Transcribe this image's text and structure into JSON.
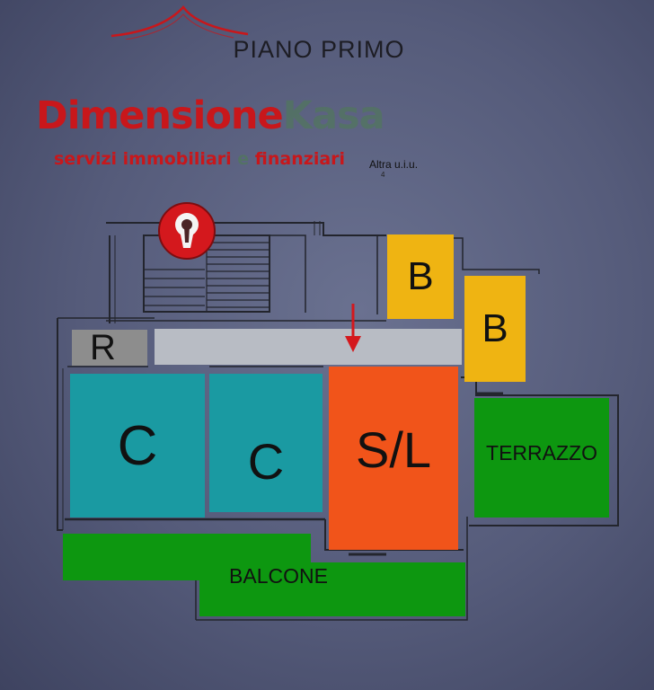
{
  "header": {
    "title": "PIANO PRIMO"
  },
  "logo": {
    "brand_part1": "Dimensione",
    "brand_part2": "Kasa",
    "tagline_part1": "servizi immobiliari",
    "tagline_amp": "e",
    "tagline_part2": "finanziari"
  },
  "annotations": {
    "other_unit": "Altra u.i.u.",
    "other_unit_mark": "4"
  },
  "rooms": {
    "c1": "C",
    "c2": "C",
    "sl": "S/L",
    "b1": "B",
    "b2": "B",
    "r": "R",
    "terrace": "TERRAZZO",
    "balcony": "BALCONE"
  },
  "icons": {
    "lock": "keyhole-icon",
    "entry": "entrance-arrow-icon"
  },
  "colors": {
    "bedroom": "#1a9aa2",
    "living": "#f1541a",
    "bathroom": "#efb412",
    "outdoor": "#0d9710",
    "storage": "#8d8d8d",
    "corridor": "#b8bcc4",
    "brand_red": "#c8171b"
  }
}
